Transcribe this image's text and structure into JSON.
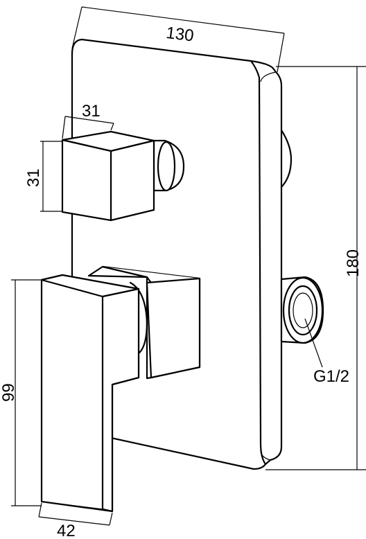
{
  "dimensions": {
    "width_top": "130",
    "height_right": "180",
    "knob_width": "31",
    "knob_height": "31",
    "handle_height": "99",
    "handle_width": "42",
    "thread_label": "G1/2"
  }
}
